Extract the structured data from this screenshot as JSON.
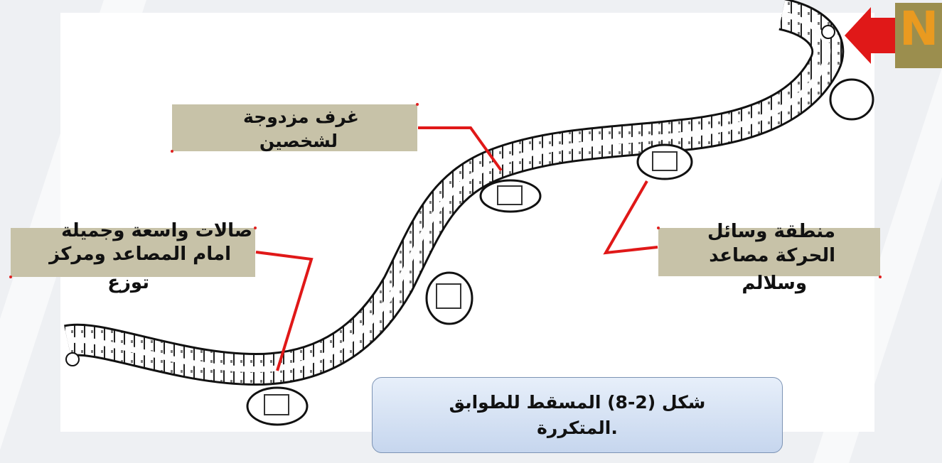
{
  "labels": {
    "double_rooms": {
      "line1": "غرف مزدوجة",
      "line2": "لشخصين"
    },
    "halls": {
      "line1": "صالات واسعة وجميلة",
      "line2": "امام المصاعد ومركز",
      "line3": "توزع"
    },
    "circulation": {
      "line1": "منطقة وسائل",
      "line2": "الحركة مصاعد",
      "line3": "وسلالم"
    }
  },
  "caption": {
    "line1": "شكل (2-8) المسقط للطوابق",
    "line2": ".المتكررة"
  },
  "north": {
    "letter": "N"
  },
  "colors": {
    "label_fill": "#c7c2a8",
    "leader": "#e01818",
    "caption_fill": "#d6e3f4",
    "north_fill": "#9b8e4e",
    "north_letter": "#e99a20",
    "arrow": "#e01818"
  }
}
